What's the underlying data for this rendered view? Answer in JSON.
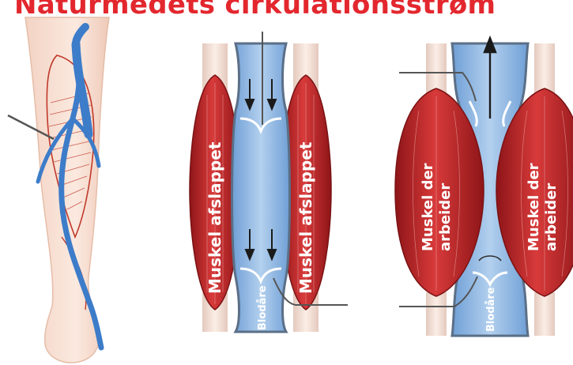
{
  "title": "Naturmedets cirkulationsstrøm",
  "panels": {
    "relaxed": {
      "muscle_left_label": "Muskel afslappet",
      "muscle_right_label": "Muskel afslappet",
      "vessel_label": "Blodåre"
    },
    "working": {
      "muscle_left_label": [
        "Muskel der",
        "arbeider"
      ],
      "muscle_right_label": [
        "Muskel der",
        "arbeider"
      ],
      "vessel_label": "Blodåre"
    }
  },
  "colors": {
    "title": "#e3272e",
    "muscle": "#c8282c",
    "vessel_blue": "#4a86c9",
    "vessel_fill": "#9cbfe6",
    "skin": "#f6dcd0",
    "leader_line": "#555555"
  },
  "icons": [
    "leg-illustration",
    "flow-arrow-icon",
    "valve-icon"
  ]
}
